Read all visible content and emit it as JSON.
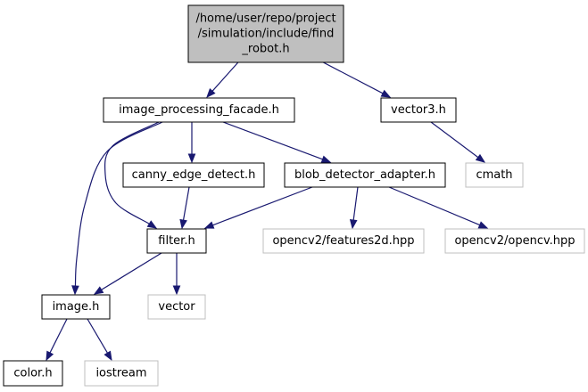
{
  "diagram": {
    "colors": {
      "edge": "#191970",
      "root_fill": "#bfbfbf",
      "root_stroke": "#000000",
      "node_fill": "#ffffff",
      "node_stroke": "#000000",
      "external_stroke": "#bfbfbf"
    },
    "nodes": [
      {
        "id": "root",
        "kind": "root",
        "lines": [
          "/home/user/repo/project",
          "/simulation/include/find",
          "_robot.h"
        ]
      },
      {
        "id": "image_processing_facade",
        "kind": "internal",
        "lines": [
          "image_processing_facade.h"
        ]
      },
      {
        "id": "vector3",
        "kind": "internal",
        "lines": [
          "vector3.h"
        ]
      },
      {
        "id": "cmath",
        "kind": "external",
        "lines": [
          "cmath"
        ]
      },
      {
        "id": "canny_edge_detect",
        "kind": "internal",
        "lines": [
          "canny_edge_detect.h"
        ]
      },
      {
        "id": "blob_detector_adapter",
        "kind": "internal",
        "lines": [
          "blob_detector_adapter.h"
        ]
      },
      {
        "id": "filter",
        "kind": "internal",
        "lines": [
          "filter.h"
        ]
      },
      {
        "id": "features2d",
        "kind": "external",
        "lines": [
          "opencv2/features2d.hpp"
        ]
      },
      {
        "id": "opencv",
        "kind": "external",
        "lines": [
          "opencv2/opencv.hpp"
        ]
      },
      {
        "id": "image",
        "kind": "internal",
        "lines": [
          "image.h"
        ]
      },
      {
        "id": "vector",
        "kind": "external",
        "lines": [
          "vector"
        ]
      },
      {
        "id": "color",
        "kind": "internal",
        "lines": [
          "color.h"
        ]
      },
      {
        "id": "iostream",
        "kind": "external",
        "lines": [
          "iostream"
        ]
      }
    ],
    "edges": [
      {
        "from": "root",
        "to": "image_processing_facade"
      },
      {
        "from": "root",
        "to": "vector3"
      },
      {
        "from": "vector3",
        "to": "cmath"
      },
      {
        "from": "image_processing_facade",
        "to": "canny_edge_detect"
      },
      {
        "from": "image_processing_facade",
        "to": "blob_detector_adapter"
      },
      {
        "from": "image_processing_facade",
        "to": "filter"
      },
      {
        "from": "image_processing_facade",
        "to": "image"
      },
      {
        "from": "canny_edge_detect",
        "to": "filter"
      },
      {
        "from": "blob_detector_adapter",
        "to": "filter"
      },
      {
        "from": "blob_detector_adapter",
        "to": "features2d"
      },
      {
        "from": "blob_detector_adapter",
        "to": "opencv"
      },
      {
        "from": "filter",
        "to": "image"
      },
      {
        "from": "filter",
        "to": "vector"
      },
      {
        "from": "image",
        "to": "color"
      },
      {
        "from": "image",
        "to": "iostream"
      }
    ]
  }
}
